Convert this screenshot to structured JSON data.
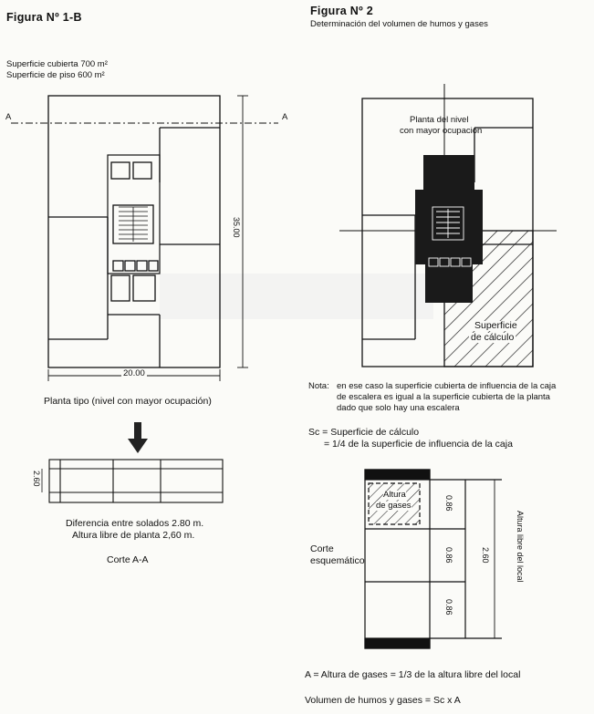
{
  "figure1": {
    "title": "Figura Nº 1-B",
    "surface_covered": "Superficie cubierta 700 m²",
    "surface_floor": "Superficie de piso 600 m²",
    "section_mark_left": "A",
    "section_mark_right": "A",
    "dim_width": "20.00",
    "dim_height": "35.00",
    "caption_plan": "Planta tipo (nivel con mayor ocupación)",
    "dim_section": "2.60",
    "note_floor_diff": "Diferencia entre solados 2.80 m.",
    "note_free_height": "Altura libre de planta 2,60 m.",
    "caption_section": "Corte A-A"
  },
  "figure2": {
    "title": "Figura Nº 2",
    "subtitle": "Determinación del volumen de humos y gases",
    "label_level_line1": "Planta del nivel",
    "label_level_line2": "con mayor ocupación",
    "label_surface_line1": "Superficie",
    "label_surface_line2": "de cálculo",
    "note_prefix": "Nota:",
    "note_line1": "en ese caso la superficie cubierta de influencia de la caja",
    "note_line2": "de escalera es igual a la superficie cubierta de la planta",
    "note_line3": "dado que solo hay una escalera",
    "sc_line1": "Sc = Superficie de cálculo",
    "sc_line2": "= 1/4 de la superficie de influencia de la caja",
    "label_gas_line1": "Altura",
    "label_gas_line2": "de gases",
    "label_section_line1": "Corte",
    "label_section_line2": "esquemático",
    "dim_086_a": "0.86",
    "dim_086_b": "0.86",
    "dim_086_c": "0.86",
    "dim_260": "2.60",
    "label_free_height": "Altura libre del local",
    "formula_A": "A = Altura de gases = 1/3 de la altura libre del local",
    "formula_volume": "Volumen de humos y gases = Sc x A"
  }
}
